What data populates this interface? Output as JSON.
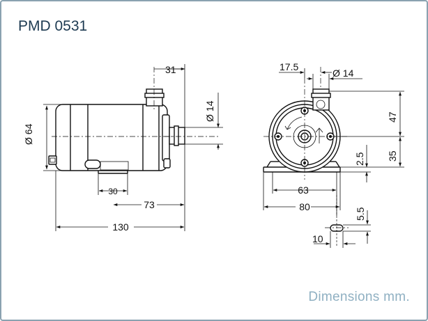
{
  "title": "PMD 0531",
  "footnote": "Dimensions mm.",
  "colors": {
    "frame": "#8aa2b0",
    "title": "#1e3b52",
    "footnote": "#8fb0c2",
    "lines": "#111111"
  },
  "side_view": {
    "dims": {
      "outlet_offset": "31",
      "outlet_diameter": "Ø 14",
      "body_diameter": "Ø 64",
      "foot_length": "30",
      "foot_to_inlet": "73",
      "overall_length": "130"
    }
  },
  "front_view": {
    "dims": {
      "outlet_offset": "17.5",
      "outlet_diameter": "Ø 14",
      "upper_height": "47",
      "lower_height": "35",
      "foot_thickness": "2.5",
      "hole_spacing": "63",
      "base_width": "80",
      "slot_width": "5.5",
      "slot_length": "10"
    }
  }
}
